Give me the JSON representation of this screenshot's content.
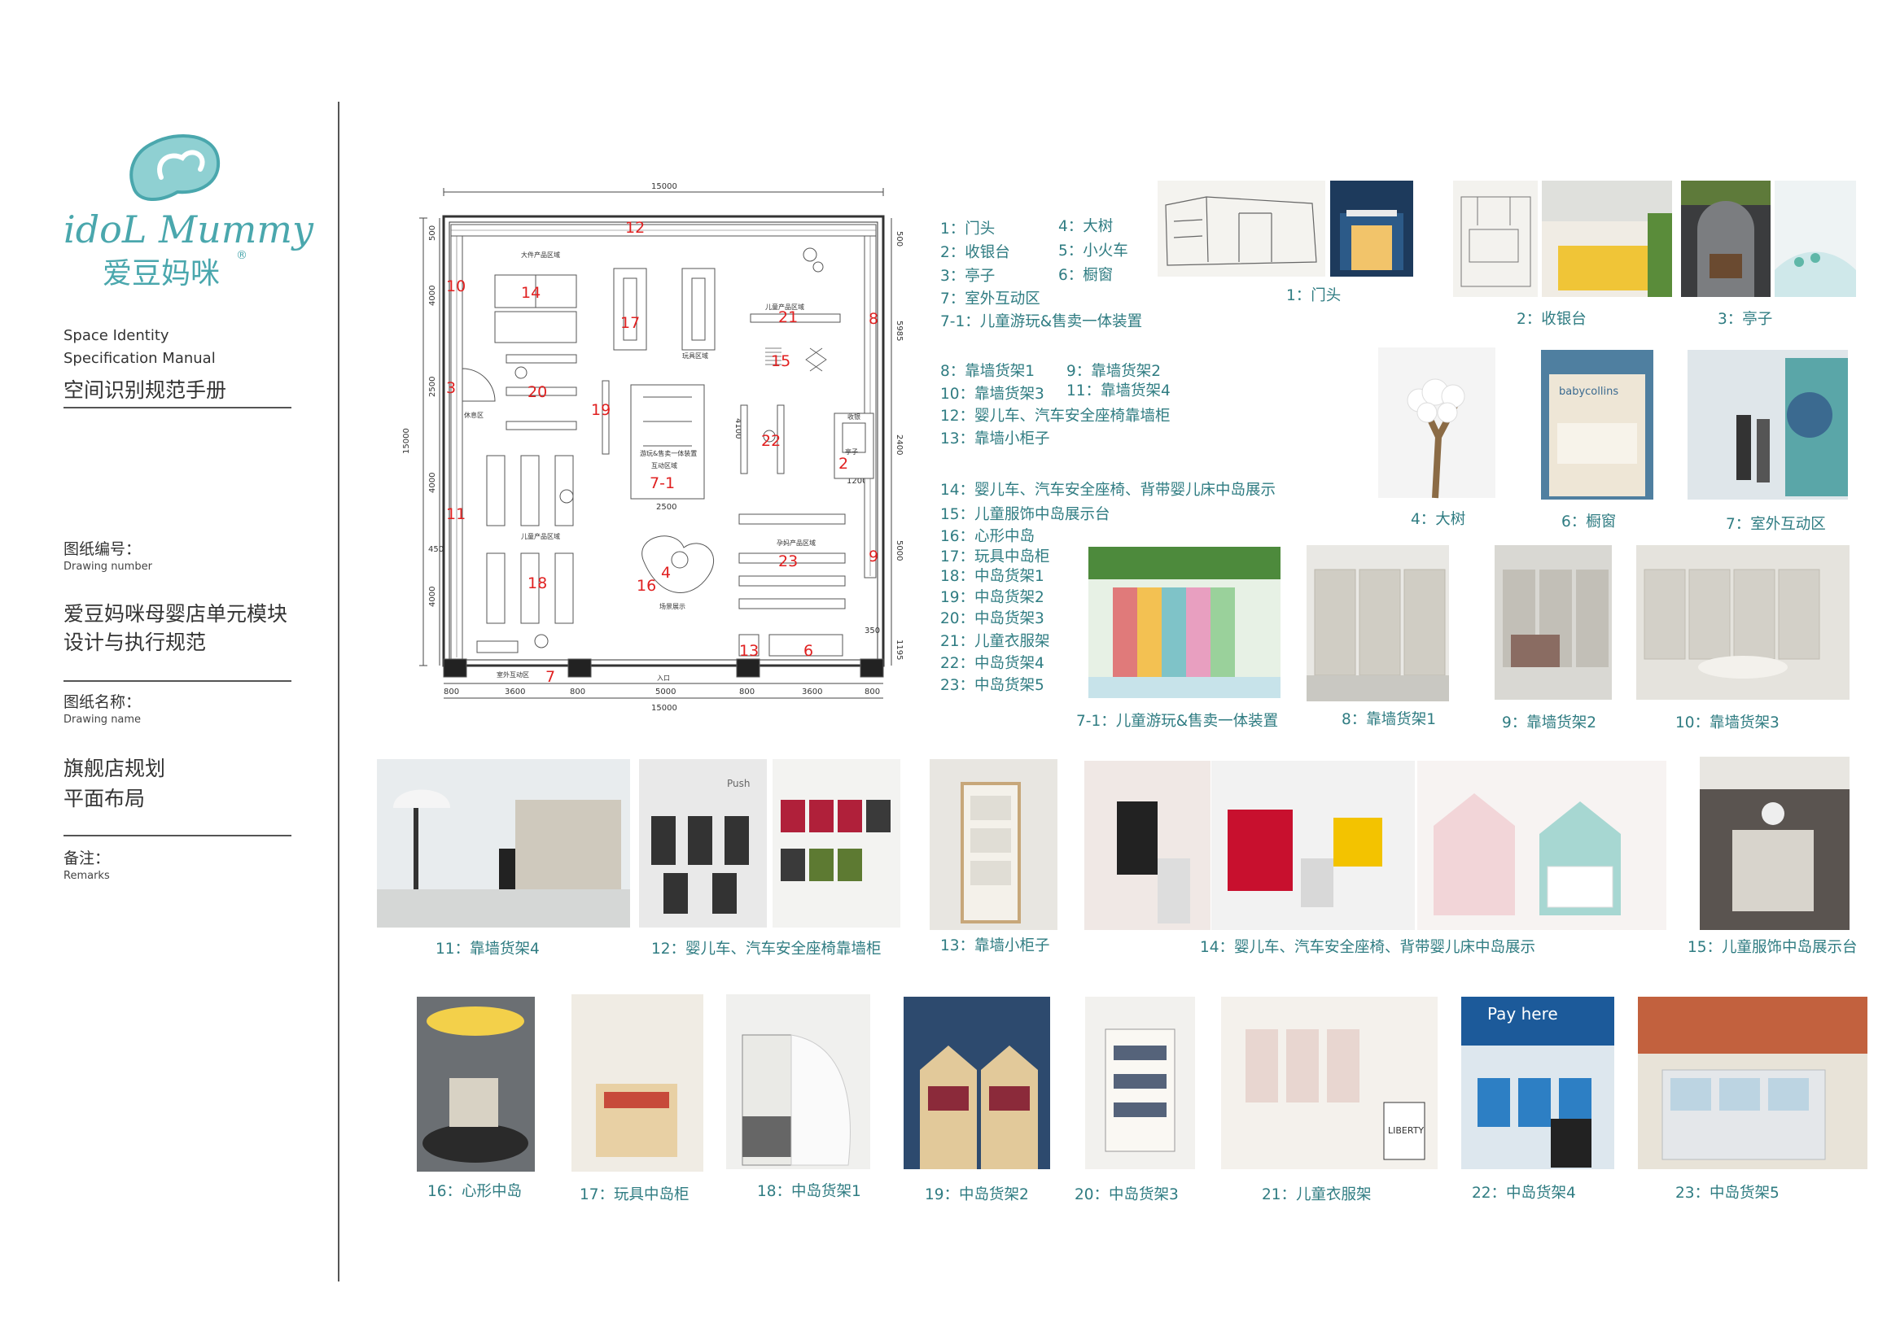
{
  "brand": {
    "logo_en": "idoL Mummy",
    "logo_cn": "爱豆妈咪",
    "registered": "®"
  },
  "sidebar": {
    "manual_en_1": "Space Identity",
    "manual_en_2": "Specification Manual",
    "manual_cn": "空间识别规范手册",
    "drawing_number_label_cn": "图纸编号：",
    "drawing_number_label_en": "Drawing number",
    "drawing_number_value_1": "爱豆妈咪母婴店单元模块",
    "drawing_number_value_2": "设计与执行规范",
    "drawing_name_label_cn": "图纸名称：",
    "drawing_name_label_en": "Drawing name",
    "drawing_name_value_1": "旗舰店规划",
    "drawing_name_value_2": "平面布局",
    "remarks_label_cn": "备注：",
    "remarks_label_en": "Remarks"
  },
  "floorplan": {
    "dims": {
      "top_total": "15000",
      "bottom_total": "15000",
      "left_total": "15000",
      "bottom_segments": [
        "800",
        "3600",
        "800",
        "5000",
        "800",
        "3600",
        "800"
      ],
      "left_segments": [
        "500",
        "4000",
        "2500",
        "4000",
        "450",
        "4000"
      ],
      "right_segments": [
        "500",
        "5985",
        "2400",
        "5000",
        "350",
        "1195"
      ],
      "inner_2500": "2500",
      "inner_4100": "4100",
      "inner_1200": "1200"
    },
    "zone_labels": {
      "big_items": "大件产品区域",
      "kids_products_top": "儿童产品区域",
      "toy_area": "玩具区域",
      "rest_area": "休息区",
      "interactive_sales": "游玩&售卖一体装置",
      "interactive_area": "互动区域",
      "kids_products": "儿童产品区域",
      "maternity_products": "孕妈产品区域",
      "heart_display": "场景展示",
      "outdoor_interactive": "室外互动区",
      "entrance": "入口",
      "cashier": "收银",
      "pavilion": "亭子"
    },
    "numbers": [
      "12",
      "10",
      "14",
      "17",
      "21",
      "8",
      "15",
      "3",
      "20",
      "19",
      "7-1",
      "22",
      "2",
      "11",
      "4",
      "16",
      "18",
      "23",
      "9",
      "13",
      "6",
      "7"
    ]
  },
  "legend": [
    "1：门头",
    "4：大树",
    "2：收银台",
    "5：小火车",
    "3：亭子",
    "6：橱窗",
    "7：室外互动区",
    "7-1：儿童游玩&售卖一体装置",
    "8：靠墙货架1",
    "9：靠墙货架2",
    "10：靠墙货架3",
    "11：靠墙货架4",
    "12：婴儿车、汽车安全座椅靠墙柜",
    "13：靠墙小柜子",
    "14：婴儿车、汽车安全座椅、背带婴儿床中岛展示",
    "15：儿童服饰中岛展示台",
    "16：心形中岛",
    "17：玩具中岛柜",
    "18：中岛货架1",
    "19：中岛货架2",
    "20：中岛货架3",
    "21：儿童衣服架",
    "22：中岛货架4",
    "23：中岛货架5"
  ],
  "captions": {
    "c1": "1：门头",
    "c2": "2：收银台",
    "c3": "3：亭子",
    "c4": "4：大树",
    "c6": "6：橱窗",
    "c7": "7：室外互动区",
    "c71": "7-1：儿童游玩&售卖一体装置",
    "c8": "8：靠墙货架1",
    "c9": "9：靠墙货架2",
    "c10": "10：靠墙货架3",
    "c11": "11：靠墙货架4",
    "c12": "12：婴儿车、汽车安全座椅靠墙柜",
    "c13": "13：靠墙小柜子",
    "c14": "14：婴儿车、汽车安全座椅、背带婴儿床中岛展示",
    "c15": "15：儿童服饰中岛展示台",
    "c16": "16：心形中岛",
    "c17": "17：玩具中岛柜",
    "c18": "18：中岛货架1",
    "c19": "19：中岛货架2",
    "c20": "20：中岛货架3",
    "c21": "21：儿童衣服架",
    "c22": "22：中岛货架4",
    "c23": "23：中岛货架5"
  },
  "photo_text": {
    "pay_here": "Pay here",
    "liberty": "LIBERTY",
    "push": "Push",
    "babycollins": "babycollins"
  },
  "colors": {
    "brand_teal": "#4aa7ad",
    "caption_teal": "#2f7c82",
    "plan_red": "#e02020"
  }
}
